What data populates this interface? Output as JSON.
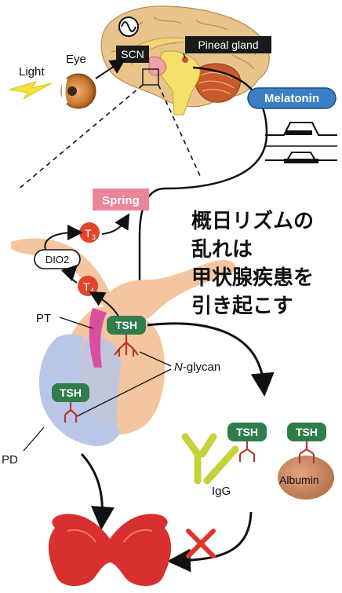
{
  "labels": {
    "light": "Light",
    "eye": "Eye",
    "scn": "SCN",
    "pineal_gland": "Pineal gland",
    "melatonin": "Melatonin",
    "spring": "Spring",
    "t3_base": "T",
    "t3_sub": "3",
    "t4_base": "T",
    "t4_sub": "4",
    "dio2": "DIO2",
    "pt": "PT",
    "pd": "PD",
    "tsh_pt": "TSH",
    "tsh_pd": "TSH",
    "tsh_igg": "TSH",
    "tsh_albumin": "TSH",
    "n_glycan_italic": "N",
    "n_glycan_rest": "-glycan",
    "igg": "IgG",
    "albumin": "Albumin"
  },
  "caption_lines": [
    "概日リズムの",
    "乱れは",
    "甲状腺疾患を",
    "引き起こす"
  ],
  "colors": {
    "scn_box": "#1a1a1a",
    "melatonin_fill": "#3a7fc4",
    "spring_fill": "#e9869a",
    "t_hormone": "#e0462a",
    "tsh_green": "#2f7d4a",
    "glycan_red": "#b23a2a",
    "pt_pink": "#d94fa0",
    "pd_blue": "#b9c6e8",
    "skin_peach": "#f4c6a0",
    "thyroid_red": "#d8302e",
    "igg_lime": "#c6d23a",
    "albumin_brown": "#c9855e",
    "cross_red": "#e0352a"
  },
  "icons": [
    "sun-icon",
    "lightning-icon",
    "eye-icon",
    "brain-icon",
    "circadian-wave-icon",
    "melatonin-rhythm-icon",
    "thyroid-icon",
    "cross-icon"
  ]
}
